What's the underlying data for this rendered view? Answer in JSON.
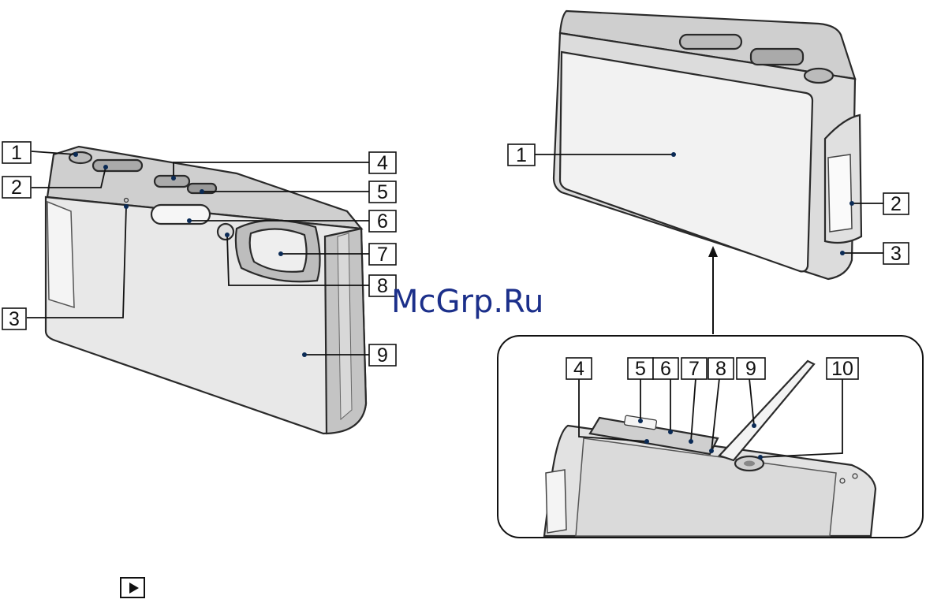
{
  "watermark": "McGrp.Ru",
  "front_view": {
    "labels": [
      "1",
      "2",
      "3",
      "4",
      "5",
      "6",
      "7",
      "8",
      "9"
    ]
  },
  "rear_view": {
    "labels": [
      "1",
      "2",
      "3"
    ]
  },
  "bottom_view": {
    "labels": [
      "4",
      "5",
      "6",
      "7",
      "8",
      "9",
      "10"
    ]
  },
  "nav": {
    "icon": "play-icon"
  },
  "colors": {
    "camera_body": "#e6e6e6",
    "camera_edge": "#b8b8b8",
    "leader_dot": "#0a2a55",
    "watermark": "#1b2f8a"
  }
}
